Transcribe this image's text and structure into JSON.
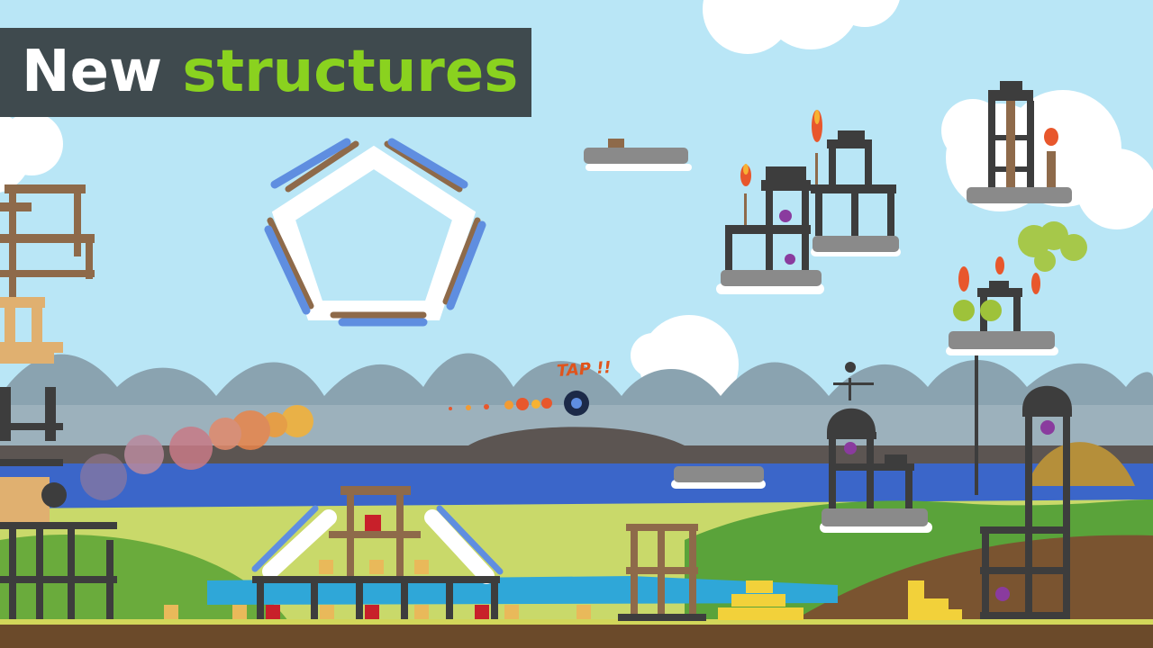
{
  "banner": {
    "word1": "New",
    "word2": "structures",
    "word1_color": "#ffffff",
    "word2_color": "#8ad21f",
    "background": "#3f4a4e"
  },
  "hint": {
    "text": "TAP !!",
    "color": "#e0541c"
  },
  "scene_colors": {
    "sky": "#b9e6f6",
    "mountains": "#8aa3b0",
    "water": "#3b66c9",
    "grass": "#9ec23a",
    "ground": "#6b4a2a",
    "wood": "#8e6a4a",
    "stone": "#8a8a8a",
    "iron": "#3d3d3d",
    "spring": "#5f8ee0"
  }
}
